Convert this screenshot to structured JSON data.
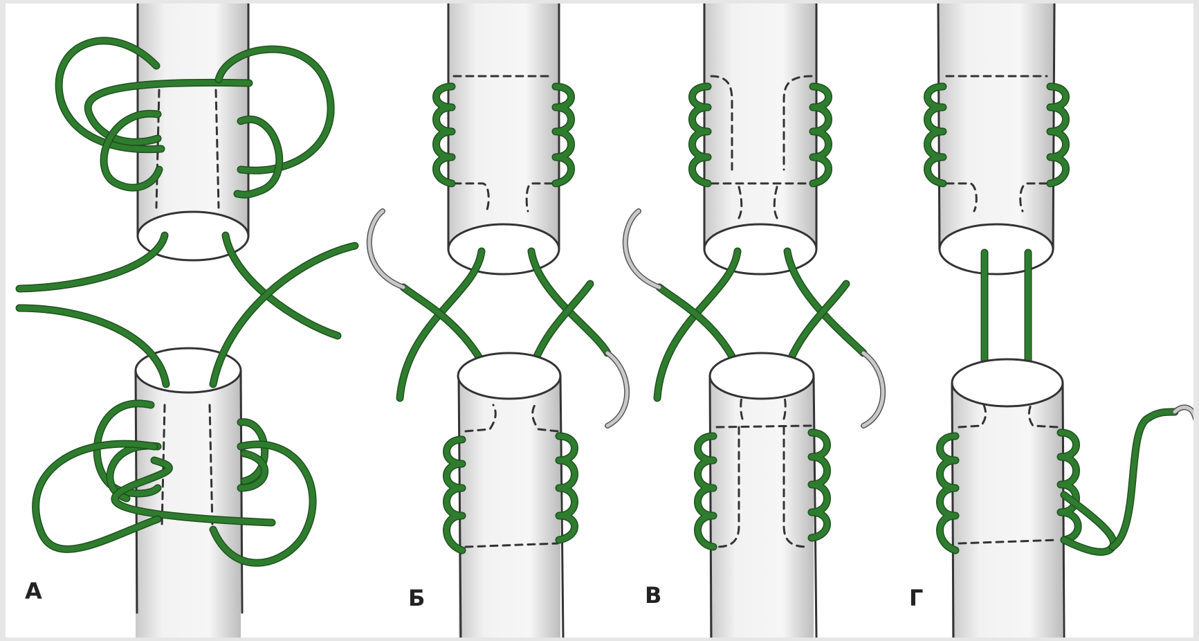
{
  "figure": {
    "panels": [
      {
        "id": "A",
        "label": "А"
      },
      {
        "id": "B",
        "label": "Б"
      },
      {
        "id": "V",
        "label": "В"
      },
      {
        "id": "G",
        "label": "Г"
      }
    ],
    "colors": {
      "suture": "#2e7d2e",
      "suture_dark": "#1f4f1f",
      "needle": "#c0c0c0",
      "tendon_line": "#333333",
      "tendon_shade": "#d4d4d4"
    }
  }
}
